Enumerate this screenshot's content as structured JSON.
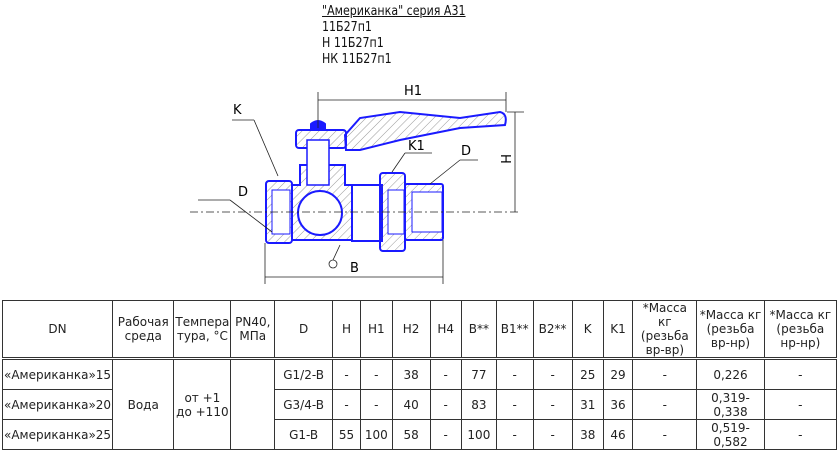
{
  "title": {
    "series": "\"Американка\" серия А31",
    "models": [
      "11Б27п1",
      "Н 11Б27п1",
      "НК 11Б27п1"
    ]
  },
  "drawing": {
    "labels": {
      "k": "K",
      "k1": "K1",
      "d_left": "D",
      "d_right": "D",
      "h1": "H1",
      "h": "H",
      "b": "B"
    },
    "colors": {
      "outline": "#1a1aff",
      "dim": "#222222"
    }
  },
  "table": {
    "headers": [
      "DN",
      "Рабочая среда",
      "Темпера тура, °С",
      "PN40, МПа",
      "D",
      "H",
      "H1",
      "H2",
      "H4",
      "B**",
      "B1**",
      "B2**",
      "K",
      "K1",
      "*Масса кг (резьба вр-вр)",
      "*Масса кг (резьба вр-нр)",
      "*Масса кг (резьба нр-нр)"
    ],
    "medium": "Вода",
    "temperature": "от +1 до +110",
    "pn": "",
    "rows": [
      {
        "dn": "«Американка»15",
        "d": "G1/2-B",
        "h": "-",
        "h1": "-",
        "h2": "38",
        "h4": "-",
        "b": "77",
        "b1": "-",
        "b2": "-",
        "k": "25",
        "k1": "29",
        "m1": "-",
        "m2": "0,226",
        "m3": "-"
      },
      {
        "dn": "«Американка»20",
        "d": "G3/4-B",
        "h": "-",
        "h1": "-",
        "h2": "40",
        "h4": "-",
        "b": "83",
        "b1": "-",
        "b2": "-",
        "k": "31",
        "k1": "36",
        "m1": "-",
        "m2": "0,319-0,338",
        "m3": "-"
      },
      {
        "dn": "«Американка»25",
        "d": "G1-B",
        "h": "55",
        "h1": "100",
        "h2": "58",
        "h4": "-",
        "b": "100",
        "b1": "-",
        "b2": "-",
        "k": "38",
        "k1": "46",
        "m1": "-",
        "m2": "0,519-0,582",
        "m3": "-"
      }
    ]
  }
}
